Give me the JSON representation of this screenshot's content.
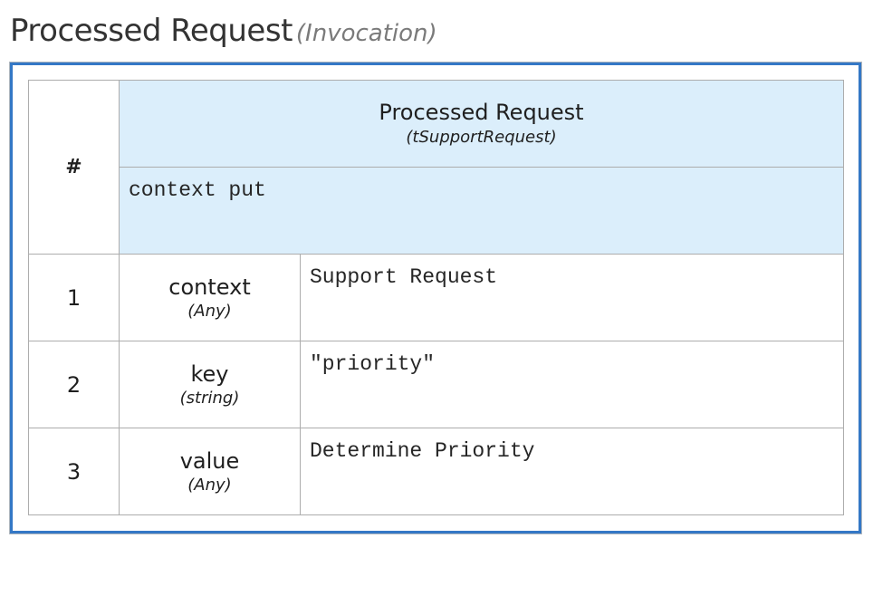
{
  "title": {
    "text": "Processed Request",
    "kind": "(Invocation)"
  },
  "invocation": {
    "index_header": "#",
    "result": {
      "name": "Processed Request",
      "type": "(tSupportRequest)",
      "expression": "context put"
    },
    "bindings": [
      {
        "index": "1",
        "name": "context",
        "type": "(Any)",
        "value": "Support Request"
      },
      {
        "index": "2",
        "name": "key",
        "type": "(string)",
        "value": "\"priority\""
      },
      {
        "index": "3",
        "name": "value",
        "type": "(Any)",
        "value": "Determine Priority"
      }
    ]
  },
  "colors": {
    "frame_border": "#3478c6",
    "header_fill": "#dbeefb",
    "grid_line": "#adadad"
  }
}
